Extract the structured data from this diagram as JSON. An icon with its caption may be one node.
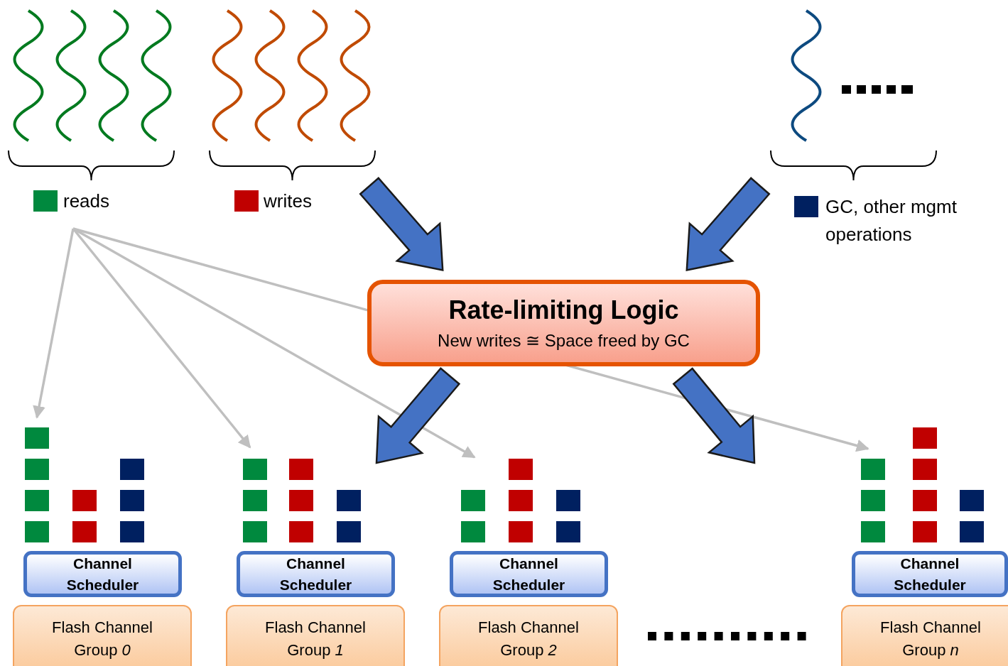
{
  "diagram": {
    "nodes": [
      {
        "text": [
          "Rate-limiting Logic",
          "New writes ≅ Space freed by GC"
        ]
      },
      {
        "text": [],
        "shape": "box"
      },
      {
        "text": [],
        "shape": "box"
      },
      {
        "text": [],
        "shape": "box"
      },
      {
        "text": [],
        "shape": "box"
      },
      {
        "text": [
          "Channel Scheduler"
        ]
      },
      {
        "text": [
          "Channel Scheduler"
        ]
      },
      {
        "text": [
          "Channel Scheduler"
        ]
      },
      {
        "text": [
          "Channel Scheduler"
        ]
      },
      {
        "text": [
          "Flash Channel Group *0*"
        ]
      },
      {
        "text": [
          "Flash Channel Group *1*"
        ]
      },
      {
        "text": [
          "Flash Channel Group *2*"
        ]
      },
      {
        "text": [
          "Flash Channel Group *n*"
        ]
      }
    ],
    "edges": [
      {
        "from": null,
        "to": 1,
        "arrow": "to"
      },
      {
        "from": null,
        "to": 2,
        "arrow": "to"
      },
      {
        "from": null,
        "to": 3,
        "arrow": "to"
      },
      {
        "from": null,
        "to": 4,
        "arrow": "to"
      },
      {
        "from": null,
        "to": 0,
        "arrow": "to",
        "style": "thick",
        "color": "#4472c4"
      },
      {
        "from": null,
        "to": 0,
        "arrow": "to",
        "style": "thick",
        "color": "#4472c4"
      },
      {
        "from": 0,
        "to": null,
        "arrow": "to",
        "style": "thick",
        "color": "#4472c4"
      },
      {
        "from": 0,
        "to": null,
        "arrow": "to",
        "style": "thick",
        "color": "#4472c4"
      }
    ],
    "legend": [
      {
        "text": "reads",
        "color": "#00893e"
      },
      {
        "text": "writes",
        "color": "#c00000"
      },
      {
        "text": "GC, other mgmt operations",
        "color": "#002060"
      }
    ]
  }
}
